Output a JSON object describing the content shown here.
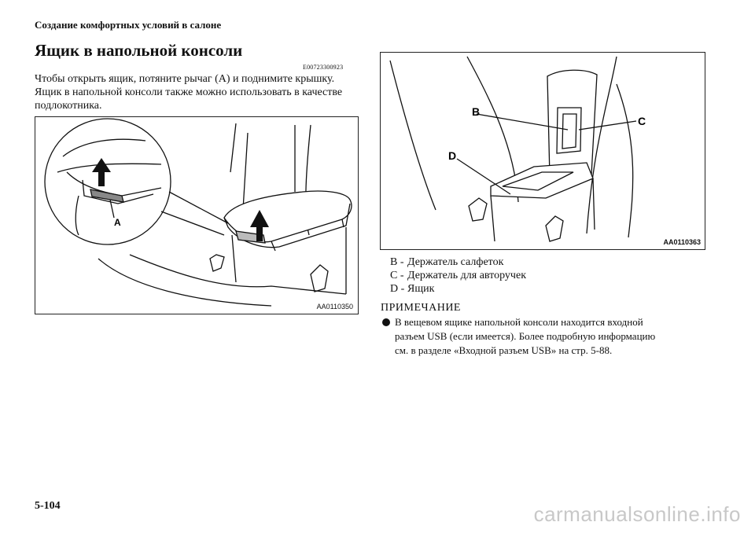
{
  "header": {
    "section": "Создание комфортных условий в салоне"
  },
  "title": "Ящик в напольной консоли",
  "doc_code": "E00723300923",
  "body": {
    "lines": [
      "Чтобы открыть ящик, потяните рычаг (A) и поднимите крышку.",
      "Ящик в напольной консоли также можно использовать в качестве",
      "подлокотника."
    ]
  },
  "figures": {
    "left": {
      "code": "AA0110350",
      "label_a": "A"
    },
    "right": {
      "code": "AA0110363",
      "label_b": "B",
      "label_c": "C",
      "label_d": "D"
    }
  },
  "legend": [
    {
      "key": "B -",
      "text": "Держатель салфеток"
    },
    {
      "key": "C -",
      "text": "Держатель для авторучек"
    },
    {
      "key": "D -",
      "text": "Ящик"
    }
  ],
  "note": {
    "title": "ПРИМЕЧАНИЕ",
    "lines": [
      "В вещевом ящике напольной консоли находится входной",
      "разъем USB (если имеется). Более подробную информацию",
      "см. в разделе «Входной разъем USB» на стр. 5-88."
    ]
  },
  "page_number": "5-104",
  "watermark": "carmanualsonline.info"
}
